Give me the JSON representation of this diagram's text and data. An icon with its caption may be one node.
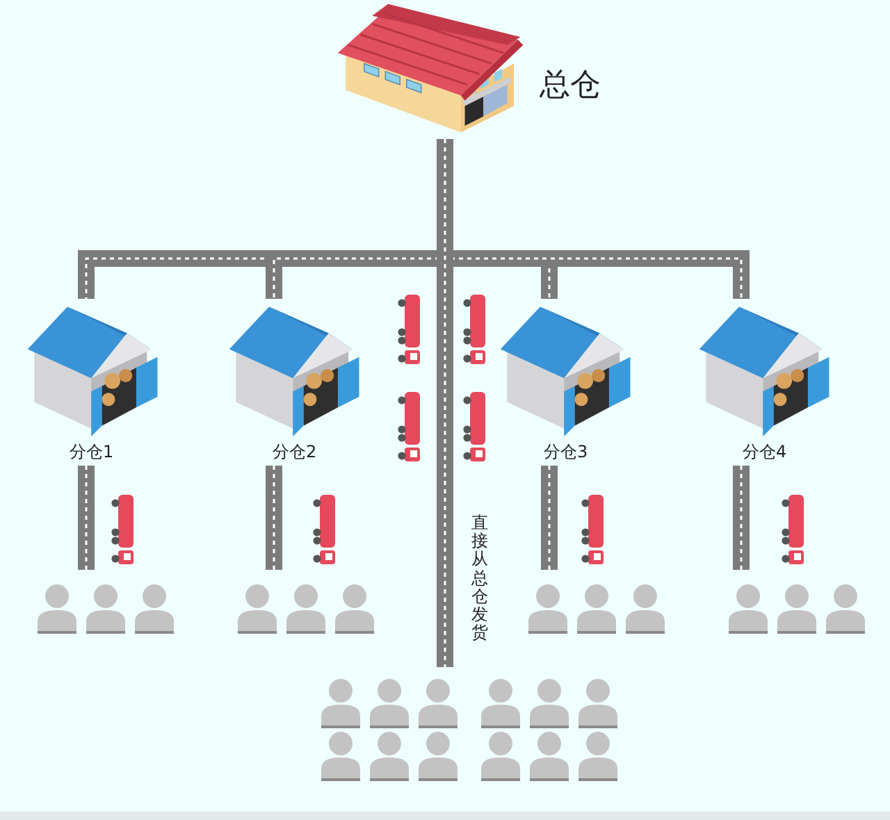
{
  "diagram": {
    "nodes": [
      {
        "text": [],
        "shape": "picture",
        "beside": [
          "总仓"
        ]
      },
      {
        "text": [],
        "shape": "picture",
        "beside": [
          "分仓1"
        ]
      },
      {
        "text": [],
        "shape": "picture",
        "beside": [
          "分仓2"
        ]
      },
      {
        "text": [],
        "shape": "picture",
        "beside": [
          "分仓3"
        ]
      },
      {
        "text": [],
        "shape": "picture",
        "beside": [
          "分仓4"
        ]
      },
      {
        "text": [],
        "shape": "person"
      },
      {
        "text": [],
        "shape": "person"
      },
      {
        "text": [],
        "shape": "person"
      },
      {
        "text": [],
        "shape": "person"
      },
      {
        "text": [],
        "shape": "person"
      }
    ],
    "edges": [
      {
        "from": 0,
        "to": 1,
        "arrow": "none"
      },
      {
        "from": 0,
        "to": 2,
        "arrow": "none"
      },
      {
        "from": 0,
        "to": 3,
        "arrow": "none"
      },
      {
        "from": 0,
        "to": 4,
        "arrow": "none"
      },
      {
        "from": 1,
        "to": 5,
        "arrow": "none"
      },
      {
        "from": 2,
        "to": 6,
        "arrow": "none"
      },
      {
        "from": 3,
        "to": 7,
        "arrow": "none"
      },
      {
        "from": 4,
        "to": 8,
        "arrow": "none"
      },
      {
        "from": 0,
        "to": 9,
        "arrow": "none",
        "label": "直接从总仓发货"
      }
    ]
  }
}
